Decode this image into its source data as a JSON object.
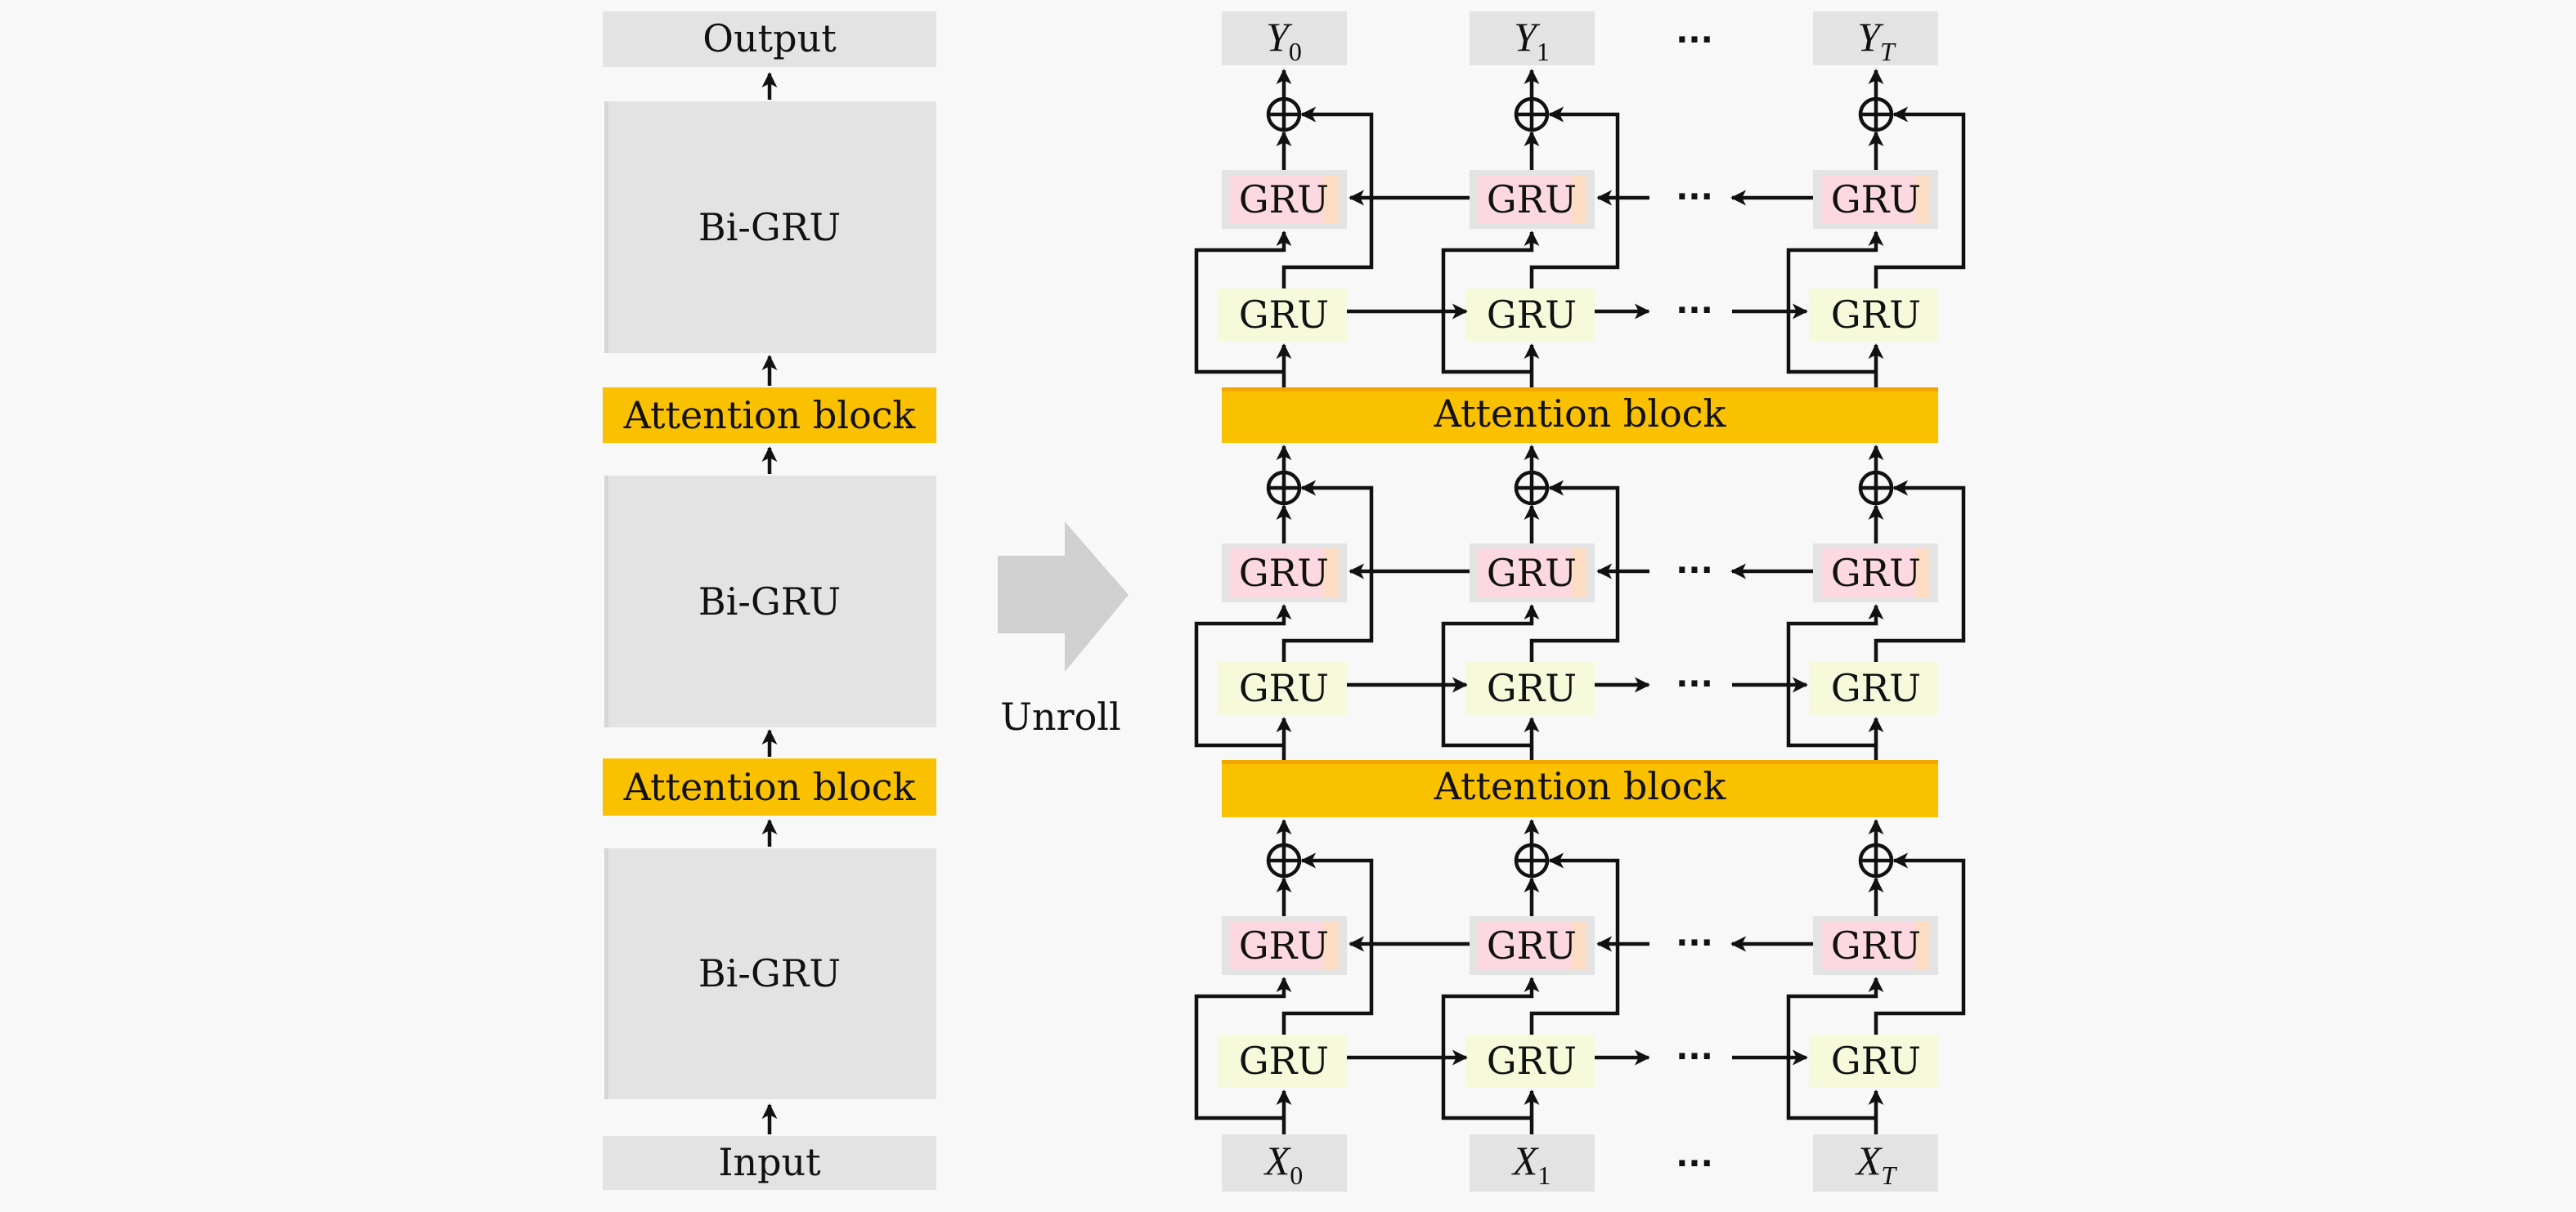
{
  "left_stack": {
    "output_label": "Output",
    "input_label": "Input",
    "layers": [
      {
        "label": "Bi-GRU"
      },
      {
        "label": "Attention block"
      },
      {
        "label": "Bi-GRU"
      },
      {
        "label": "Attention block"
      },
      {
        "label": "Bi-GRU"
      }
    ]
  },
  "unroll": {
    "label": "Unroll",
    "arrow_icon": "right-block-arrow-icon"
  },
  "unrolled": {
    "outputs": [
      {
        "base": "Y",
        "sub": "0"
      },
      {
        "base": "Y",
        "sub": "1"
      },
      {
        "base": "Y",
        "sub": "T"
      }
    ],
    "inputs": [
      {
        "base": "X",
        "sub": "0"
      },
      {
        "base": "X",
        "sub": "1"
      },
      {
        "base": "X",
        "sub": "T"
      }
    ],
    "ellipsis": "···",
    "gru_label": "GRU",
    "attention_label": "Attention block",
    "num_layers": 3,
    "sum_symbol": "⊕"
  },
  "colors": {
    "background": "#f8f8f8",
    "gray_box": "#e3e3e3",
    "attention": "#f9c100",
    "attention_edge": "#f3a600",
    "backward_gru": "#fcd8e0",
    "backward_gru_accent": "#fddcc4",
    "forward_gru": "#f6fadb",
    "line": "#111111"
  }
}
